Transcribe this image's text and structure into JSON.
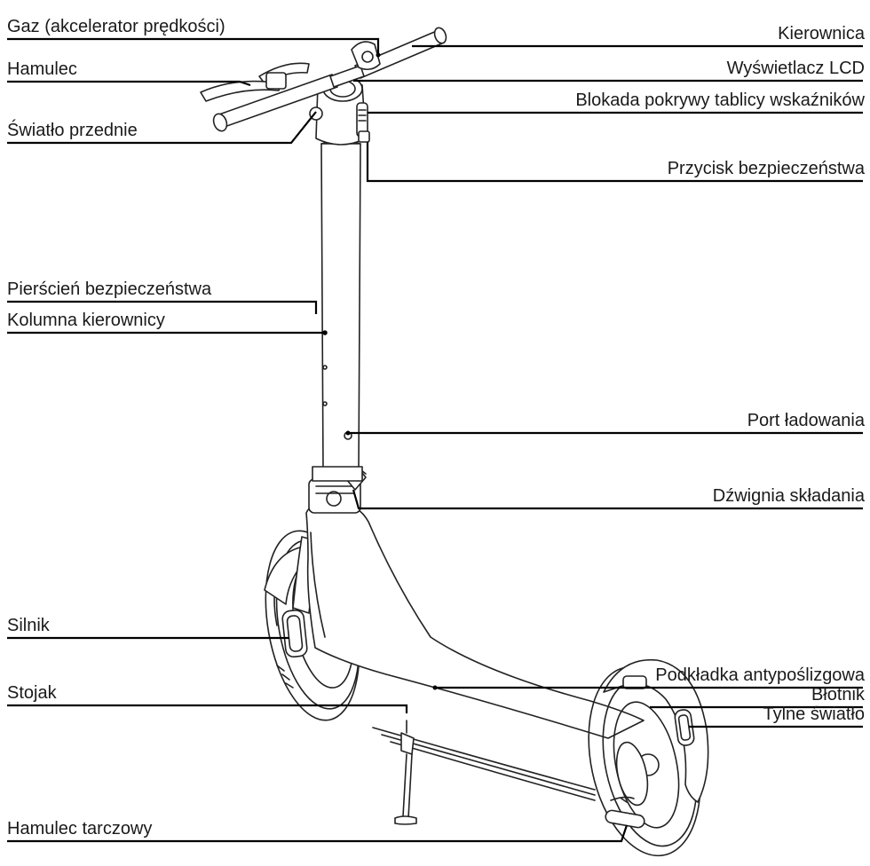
{
  "labels": {
    "throttle": "Gaz (akcelerator prędkości)",
    "brake": "Hamulec",
    "front_light": "Światło przednie",
    "handlebar": "Kierownica",
    "lcd": "Wyświetlacz LCD",
    "dashboard_lock": "Blokada pokrywy tablicy wskaźników",
    "safety_button": "Przycisk bezpieczeństwa",
    "stem": "Kolumna kierownicy",
    "charging_port": "Port ładowania",
    "safety_ring": "Pierścień bezpieczeństwa",
    "folding_lever": "Dźwignia składania",
    "motor": "Silnik",
    "deck": "Podkładka antypoślizgowa",
    "fender": "Błotnik",
    "kickstand": "Stojak",
    "rear_light": "Tylne światło",
    "disc_brake": "Hamulec tarczowy"
  },
  "colors": {
    "line": "#000000",
    "text": "#1a1a1a"
  }
}
